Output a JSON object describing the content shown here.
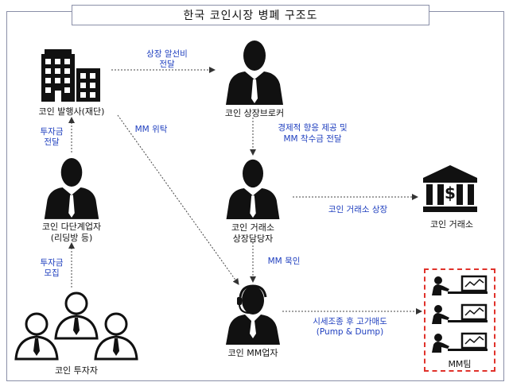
{
  "title": "한국 코인시장 병폐 구조도",
  "nodes": {
    "issuer": "코인 발행사(재단)",
    "listing_broker": "코인 상장브로커",
    "multilevel_line1": "코인 다단계업자",
    "multilevel_line2": "(리딩방 등)",
    "exchange_manager_line1": "코인 거래소",
    "exchange_manager_line2": "상장담당자",
    "exchange": "코인 거래소",
    "investors": "코인 투자자",
    "mm_operator": "코인 MM업자",
    "mm_team": "MM팀"
  },
  "edges": {
    "listing_fee_line1": "상장 알선비",
    "listing_fee_line2": "전달",
    "mm_consign": "MM 위탁",
    "benefit_line1": "경제적 향응 제공 및",
    "benefit_line2": "MM 착수금 전달",
    "exchange_listing": "코인 거래소 상장",
    "fund_transfer_line1": "투자금",
    "fund_transfer_line2": "전달",
    "mm_condone": "MM 묵인",
    "fund_raise_line1": "투자금",
    "fund_raise_line2": "모집",
    "pump_line1": "시세조종 후 고가매도",
    "pump_line2": "(Pump & Dump)"
  },
  "colors": {
    "edge_label": "#1f3fbf",
    "mm_team_border": "#e0322b",
    "frame": "#8a8fa8"
  },
  "icons": [
    "building-icon",
    "businessman-icon",
    "bank-icon",
    "investors-icon",
    "headset-operator-icon",
    "trader-monitor-icon"
  ]
}
